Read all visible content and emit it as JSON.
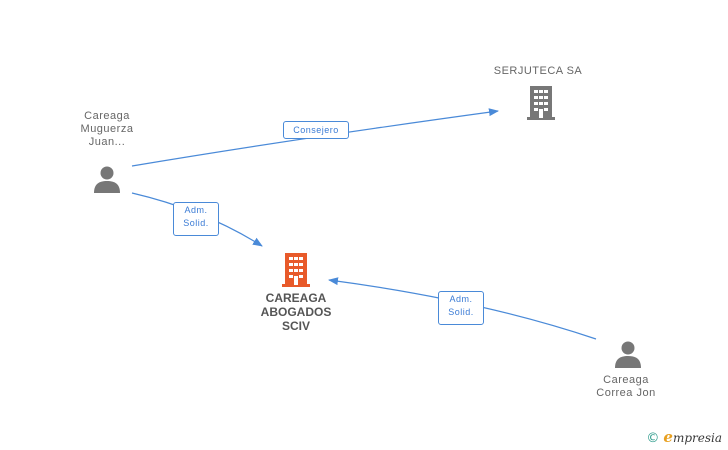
{
  "nodes": {
    "person_top": {
      "label_lines": [
        "Careaga",
        "Muguerza",
        "Juan..."
      ]
    },
    "company_top": {
      "label": "SERJUTECA SA"
    },
    "company_main": {
      "label_lines": [
        "CAREAGA",
        "ABOGADOS",
        "SCIV"
      ]
    },
    "person_bottom": {
      "label_lines": [
        "Careaga",
        "Correa Jon"
      ]
    }
  },
  "edges": {
    "consejero": {
      "label": "Consejero"
    },
    "adm_top": {
      "label_lines": [
        "Adm.",
        "Solid."
      ]
    },
    "adm_bottom": {
      "label_lines": [
        "Adm.",
        "Solid."
      ]
    }
  },
  "colors": {
    "edge": "#4a8ad8",
    "person": "#777777",
    "company": "#777777",
    "company_main": "#e85a2a"
  },
  "brand": {
    "copyright": "©",
    "e": "e",
    "rest": "mpresia"
  }
}
